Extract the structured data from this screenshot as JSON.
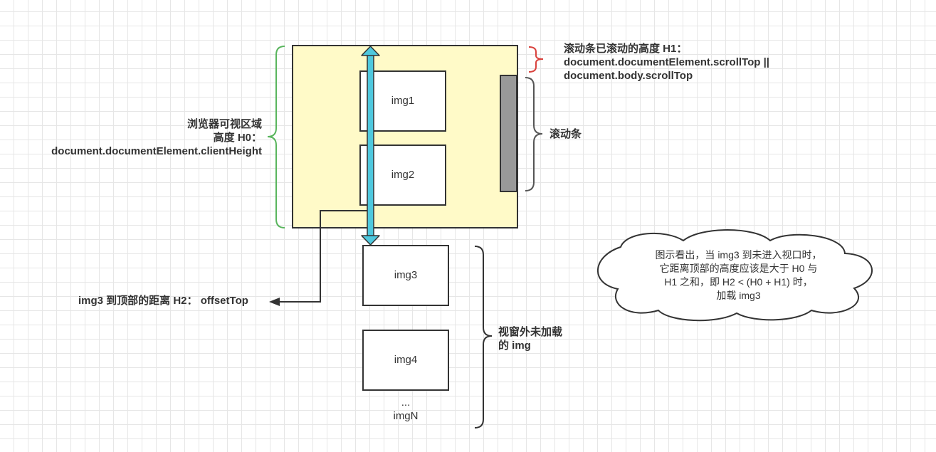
{
  "viewport": {
    "label_line1": "浏览器可视区域",
    "label_line2": "高度 H0：",
    "label_line3": "document.documentElement.clientHeight"
  },
  "scrolled": {
    "label_line1": "滚动条已滚动的高度 H1：",
    "label_line2": "document.documentElement.scrollTop ||",
    "label_line3": "document.body.scrollTop"
  },
  "scrollbar": {
    "label": "滚动条"
  },
  "images": [
    "img1",
    "img2",
    "img3",
    "img4"
  ],
  "more": {
    "ellipsis": "...",
    "last": "imgN"
  },
  "offset": {
    "label": "img3 到顶部的距离 H2： offsetTop"
  },
  "unloaded": {
    "label_line1": "视窗外未加载",
    "label_line2": "的 img"
  },
  "note": {
    "line1": "图示看出，当 img3 到未进入视口时，",
    "line2": "它距离顶部的高度应该是大于 H0 与",
    "line3": "H1 之和，即 H2 < (H0 + H1) 时，",
    "line4": "加载 img3"
  },
  "colors": {
    "viewport_fill": "#fffacd",
    "arrow": "#4fc3d9",
    "brace_green": "#59b55d",
    "brace_red": "#d9423d",
    "scrollbar": "#999999"
  }
}
